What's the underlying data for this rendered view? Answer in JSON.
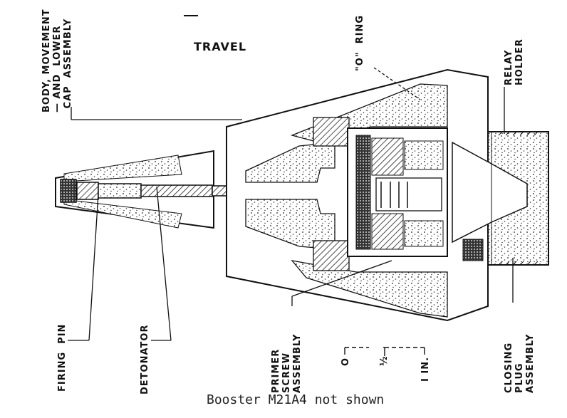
{
  "labels": {
    "body_movement": "BODY, MOVEMENT\n— AND  LOWER\n CAP  ASSEMBLY",
    "travel": "TRAVEL",
    "o_ring": "\"O\"  RING",
    "relay_holder": "RELAY\nHOLDER",
    "firing_pin": "FIRING  PIN",
    "detonator": "DETONATOR",
    "primer_screw": "PRIMER\nSCREW\nASSEMBLY",
    "closing_plug": "CLOSING\nPLUG\nASSEMBLY"
  },
  "scale": {
    "zero": "O",
    "half": "½",
    "one_in": "I IN."
  },
  "caption": "Booster M21A4 not shown"
}
